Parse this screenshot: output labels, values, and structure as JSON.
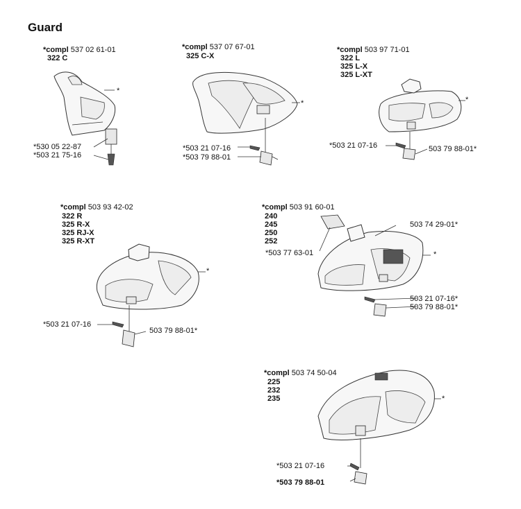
{
  "title": "Guard",
  "groups": [
    {
      "compl_label": "*compl",
      "compl_number": "537 02 61-01",
      "models": [
        "322 C"
      ],
      "parts": [
        "*530 05 22-87",
        "*503 21 75-16"
      ]
    },
    {
      "compl_label": "*compl",
      "compl_number": "537 07 67-01",
      "models": [
        "325 C-X"
      ],
      "parts": [
        "*503 21 07-16",
        "*503 79 88-01"
      ]
    },
    {
      "compl_label": "*compl",
      "compl_number": "503 97 71-01",
      "models": [
        "322 L",
        "325 L-X",
        "325 L-XT"
      ],
      "parts": [
        "*503 21 07-16",
        "503 79 88-01*"
      ]
    },
    {
      "compl_label": "*compl",
      "compl_number": "503 93 42-02",
      "models": [
        "322 R",
        "325 R-X",
        "325 RJ-X",
        "325 R-XT"
      ],
      "parts": [
        "*503 21 07-16",
        "503 79 88-01*"
      ]
    },
    {
      "compl_label": "*compl",
      "compl_number": "503 91 60-01",
      "models": [
        "240",
        "245",
        "250",
        "252"
      ],
      "parts": [
        "503 74 29-01*",
        "*503 77 63-01",
        "503 21 07-16*",
        "503 79 88-01*"
      ]
    },
    {
      "compl_label": "*compl",
      "compl_number": "503 74 50-04",
      "models": [
        "225",
        "232",
        "235"
      ],
      "parts": [
        "*503 21 07-16",
        "*503 79 88-01"
      ]
    }
  ],
  "star": "*"
}
